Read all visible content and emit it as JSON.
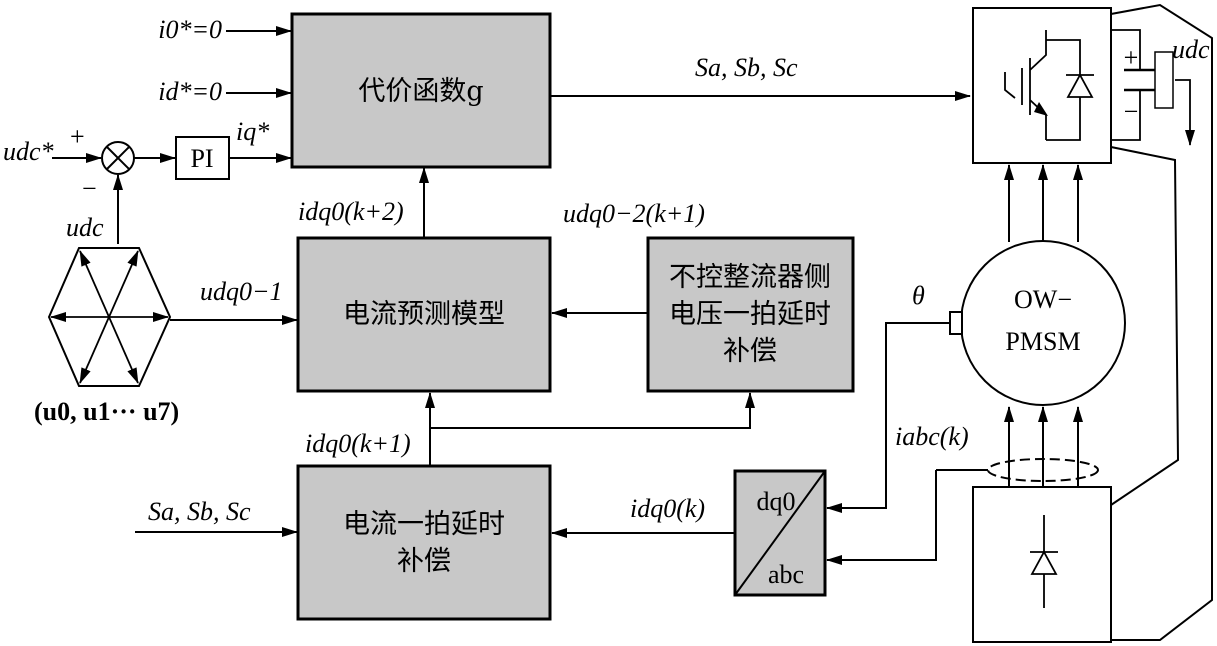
{
  "colors": {
    "block_fill": "#c8c8c8",
    "line": "#000000",
    "background": "#ffffff"
  },
  "blocks": {
    "cost_function": "代价函数g",
    "pi": "PI",
    "current_prediction": "电流预测模型",
    "rectifier_comp_line1": "不控整流器侧",
    "rectifier_comp_line2": "电压一拍延时",
    "rectifier_comp_line3": "补偿",
    "current_delay_line1": "电流一拍延时",
    "current_delay_line2": "补偿",
    "motor_line1": "OW−",
    "motor_line2": "PMSM",
    "transform_top": "dq0",
    "transform_bottom": "abc"
  },
  "signals": {
    "i0_ref": "i0*=0",
    "id_ref": "id*=0",
    "iq_ref": "iq*",
    "udc_ref": "udc*",
    "udc_feedback": "udc",
    "udc_capacitor": "udc",
    "plus_sign": "+",
    "minus_sign": "−",
    "switch_states": "Sa, Sb, Sc",
    "switch_states_input": "Sa, Sb, Sc",
    "i_pred_k2": "idq0(k+2)",
    "u_dq0_2": "udq0−2(k+1)",
    "u_dq0_1": "udq0−1",
    "voltage_vectors": "(u0, u1··· u7)",
    "i_pred_k1": "idq0(k+1)",
    "i_dq0_k": "idq0(k)",
    "theta": "θ",
    "i_abc": "iabc(k)",
    "cap_plus": "+",
    "cap_minus": "−"
  }
}
